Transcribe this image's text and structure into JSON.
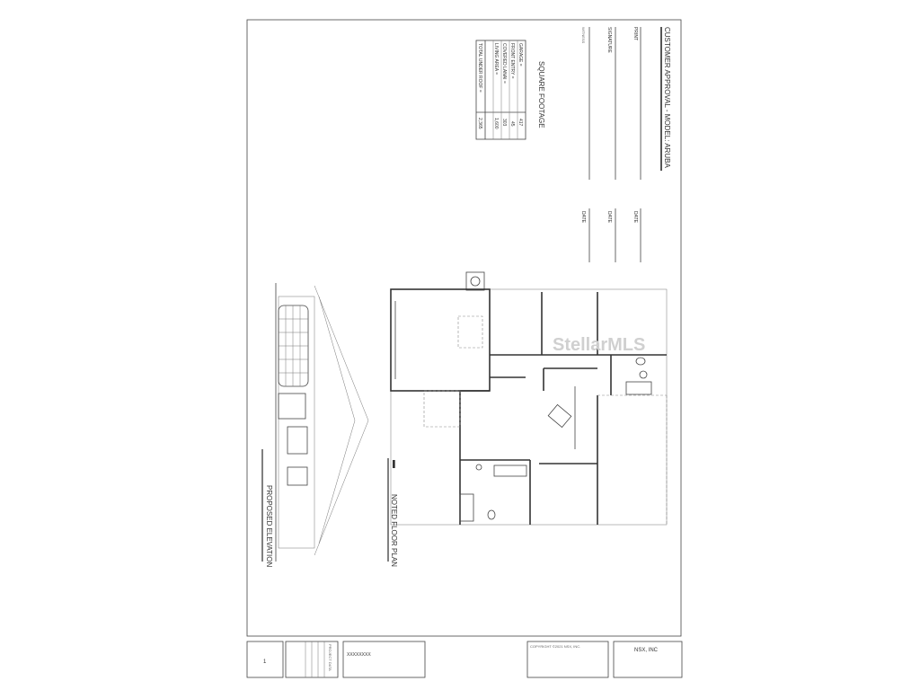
{
  "approval": {
    "title": "CUSTOMER APPROVAL  -  MODEL: ARUBA",
    "print_label": "PRINT",
    "signature_label": "SIGNATURE",
    "witness_label": "WITNESS",
    "date_label": "DATE"
  },
  "square_footage": {
    "title": "SQUARE FOOTAGE",
    "rows": [
      {
        "label": "GARAGE =",
        "value": "417"
      },
      {
        "label": "FRONT ENTRY =",
        "value": "45"
      },
      {
        "label": "COVERED LANAI =",
        "value": "303"
      },
      {
        "label": "LIVING AREA =",
        "value": "1,600"
      },
      {
        "label": "",
        "value": ""
      },
      {
        "label": "TOTAL UNDER ROOF =",
        "value": "2,365"
      }
    ]
  },
  "drawings": {
    "floor_plan_title": "NOTED FLOOR PLAN",
    "elevation_title": "PROPOSED ELEVATION"
  },
  "watermark": "StellarMLS",
  "title_block": {
    "sheet_number": "1",
    "project_data_title": "PROJECT DATA",
    "owner_id": "XXXXXXXX",
    "copyright": "COPYRIGHT ©2021 NSX, INC.",
    "company": "NSX, INC"
  }
}
